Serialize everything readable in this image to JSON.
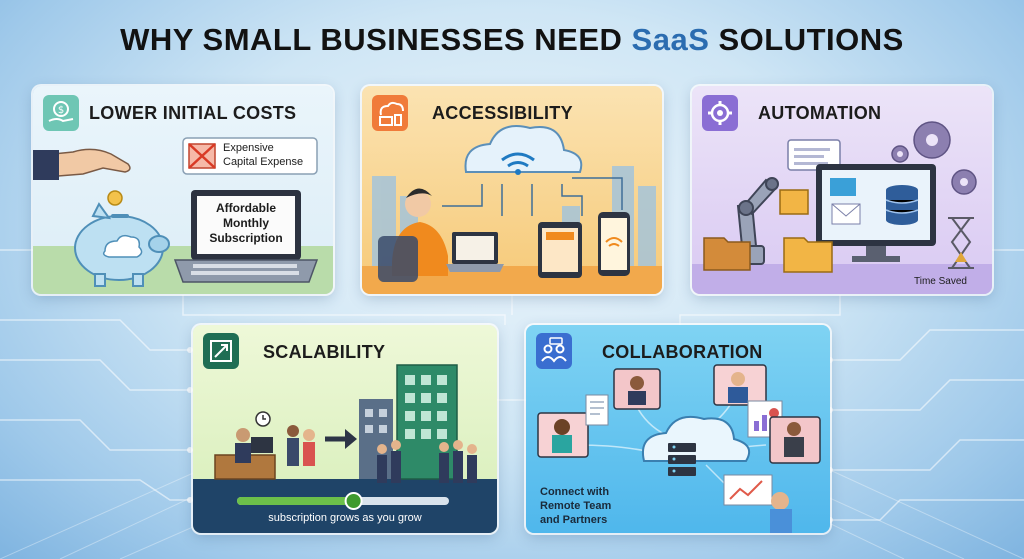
{
  "title": {
    "prefix": "WHY SMALL BUSINESSES NEED ",
    "accent": "SaaS",
    "suffix": " SOLUTIONS"
  },
  "colors": {
    "accent": "#2b6cb0"
  },
  "panels": {
    "costs": {
      "title": "LOWER INITIAL COSTS",
      "icon": "money-hand-icon",
      "expense_line1": "Expensive",
      "expense_line2": "Capital Expense",
      "sub_line1": "Affordable",
      "sub_line2": "Monthly",
      "sub_line3": "Subscription"
    },
    "access": {
      "title": "ACCESSIBILITY",
      "icon": "devices-icon"
    },
    "automation": {
      "title": "AUTOMATION",
      "icon": "gear-icon",
      "time_saved": "Time Saved"
    },
    "scalability": {
      "title": "SCALABILITY",
      "icon": "expand-icon",
      "caption": "subscription grows as you grow",
      "progress": 0.55
    },
    "collab": {
      "title": "COLLABORATION",
      "icon": "team-icon",
      "line1": "Connect with",
      "line2": "Remote Team",
      "line3": "and Partners"
    }
  }
}
